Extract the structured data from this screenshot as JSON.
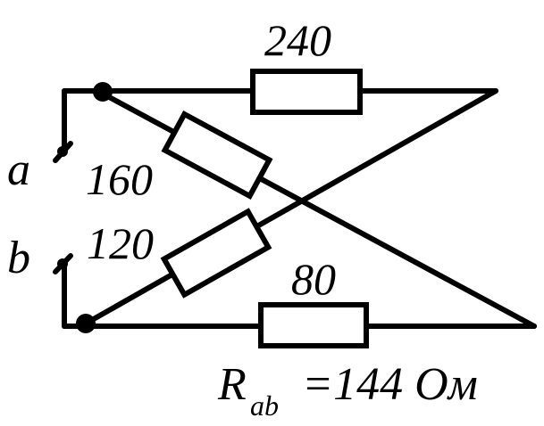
{
  "resistors": {
    "r240": "240",
    "r160": "160",
    "r120": "120",
    "r80": "80"
  },
  "terminals": {
    "a": "a",
    "b": "b"
  },
  "result": {
    "symbol": "R",
    "subscript": "ab",
    "value": "=144 Ом"
  }
}
